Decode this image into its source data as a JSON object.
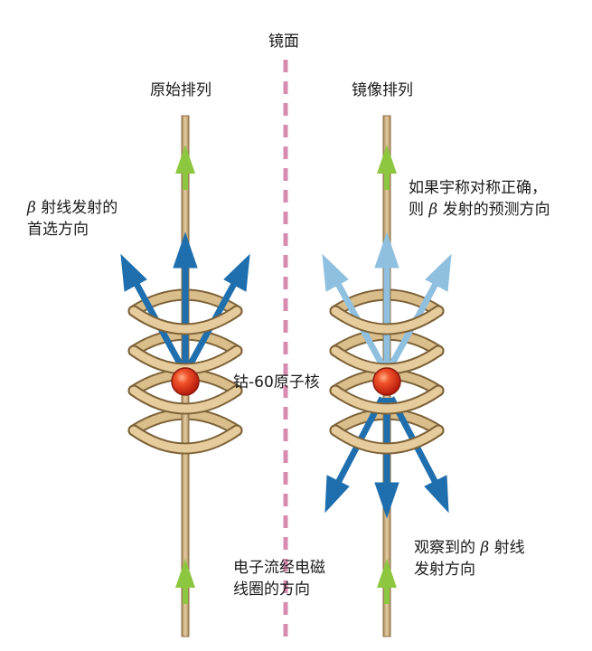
{
  "labels": {
    "mirror": "镜面",
    "original": "原始排列",
    "mirrored": "镜像排列",
    "nucleus": "钴-60原子核",
    "current": [
      "电子流经电磁",
      "线圈的方向"
    ],
    "preferred": {
      "beta": "β",
      "line1_rest": " 射线发射的",
      "line2": "首选方向"
    },
    "predicted": {
      "line1": "如果宇称对称正确，",
      "line2_pre": "则 ",
      "beta": "β",
      "line2_rest": " 发射的预测方向"
    },
    "observed": {
      "line1_pre": "观察到的 ",
      "beta": "β",
      "line1_rest": " 射线",
      "line2": "发射方向"
    }
  },
  "colors": {
    "wire": "#d2b483",
    "wire_edge": "#8a6f43",
    "coil": "#d9be8c",
    "coil_edge": "#7d6238",
    "arrow_green": "#8dc63f",
    "beta_arrow": "#1f6fae",
    "beta_arrow_faded": "#8fc0df",
    "nucleus": "#e8321c",
    "mirror_line": "#d88bb0"
  },
  "icons": [
    "coil",
    "nucleus",
    "beta-arrow",
    "current-arrow",
    "mirror-line"
  ]
}
